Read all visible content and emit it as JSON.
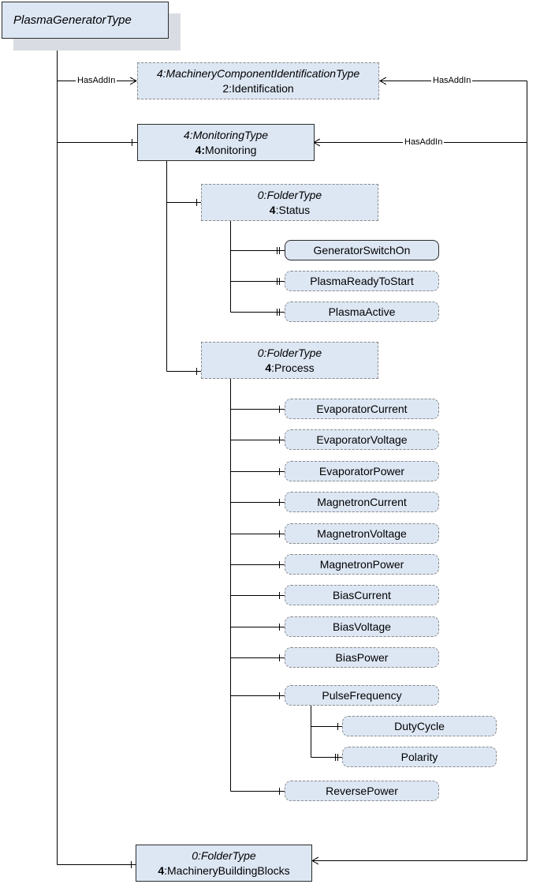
{
  "root": {
    "name": "PlasmaGeneratorType"
  },
  "identification": {
    "type_ns": "4:",
    "type": "MachineryComponentIdentificationType",
    "browse_ns": "2:",
    "browse": "Identification"
  },
  "monitoring": {
    "type_ns": "4:",
    "type": "MonitoringType",
    "browse_ns": "4:",
    "browse": "Monitoring"
  },
  "status": {
    "type_ns": "0:",
    "type": "FolderType",
    "browse_ns": "4",
    "browse": ":Status",
    "variables": [
      "GeneratorSwitchOn",
      "PlasmaReadyToStart",
      "PlasmaActive"
    ]
  },
  "process": {
    "type_ns": "0:",
    "type": "FolderType",
    "browse_ns": "4",
    "browse": ":Process",
    "variables": [
      "EvaporatorCurrent",
      "EvaporatorVoltage",
      "EvaporatorPower",
      "MagnetronCurrent",
      "MagnetronVoltage",
      "MagnetronPower",
      "BiasCurrent",
      "BiasVoltage",
      "BiasPower",
      "PulseFrequency",
      "ReversePower"
    ],
    "pulse_children": [
      "DutyCycle",
      "Polarity"
    ]
  },
  "building_blocks": {
    "type_ns": "0:",
    "type": "FolderType",
    "browse_ns": "4",
    "browse": ":MachineryBuildingBlocks"
  },
  "references": {
    "has_add_in_1": "HasAddIn",
    "has_add_in_2": "HasAddIn",
    "has_add_in_3": "HasAddIn"
  },
  "colors": {
    "node_fill": "#dde7f4",
    "shadow": "#d9dde3",
    "line": "#000000"
  }
}
